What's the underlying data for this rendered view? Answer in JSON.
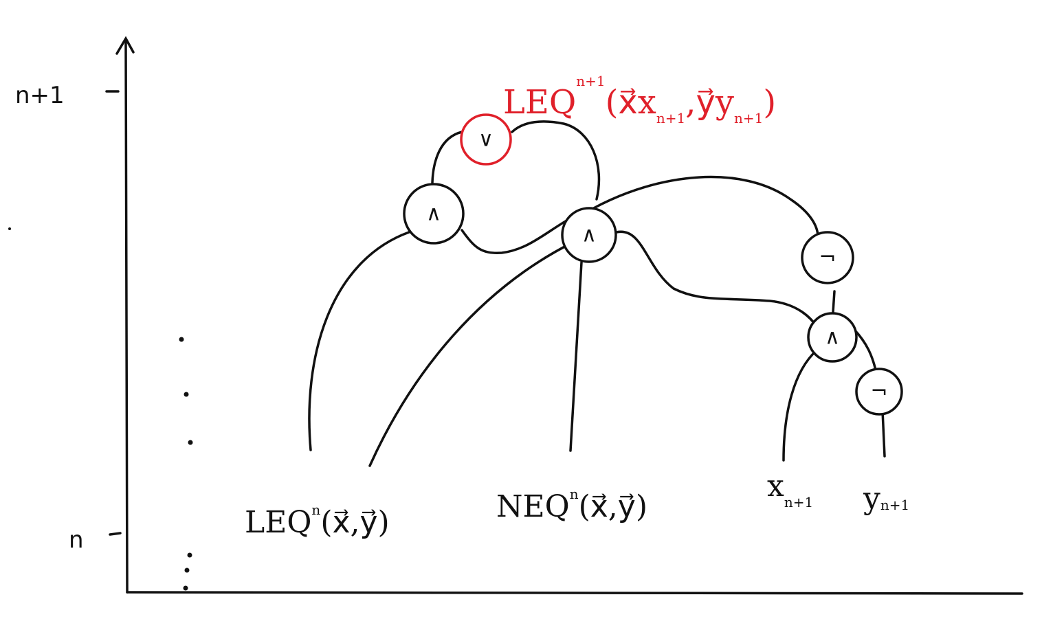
{
  "axis": {
    "y_top_label": "n+1",
    "y_bottom_label": "n"
  },
  "gates": {
    "or_top": "∨",
    "and_left": "∧",
    "and_center": "∧",
    "not_upper": "¬",
    "and_right": "∧",
    "not_lower": "¬"
  },
  "inputs": {
    "leq_prev": {
      "base": "LEQ",
      "sup": "n",
      "args": "(x⃗,y⃗)"
    },
    "neq_prev": {
      "base": "NEQ",
      "sup": "n",
      "args": "(x⃗,y⃗)"
    },
    "x_next": {
      "base": "x",
      "sub": "n+1"
    },
    "y_next": {
      "base": "y",
      "sub": "n+1"
    }
  },
  "output": {
    "base": "LEQ",
    "sup": "n+1",
    "open": "(",
    "x_vec": "x⃗",
    "x_var": "x",
    "x_sub": "n+1",
    "comma": ",",
    "y_vec": "y⃗",
    "y_var": "y",
    "y_sub": "n+1",
    "close": ")"
  },
  "colors": {
    "ink": "#111111",
    "highlight": "#e0202a"
  }
}
